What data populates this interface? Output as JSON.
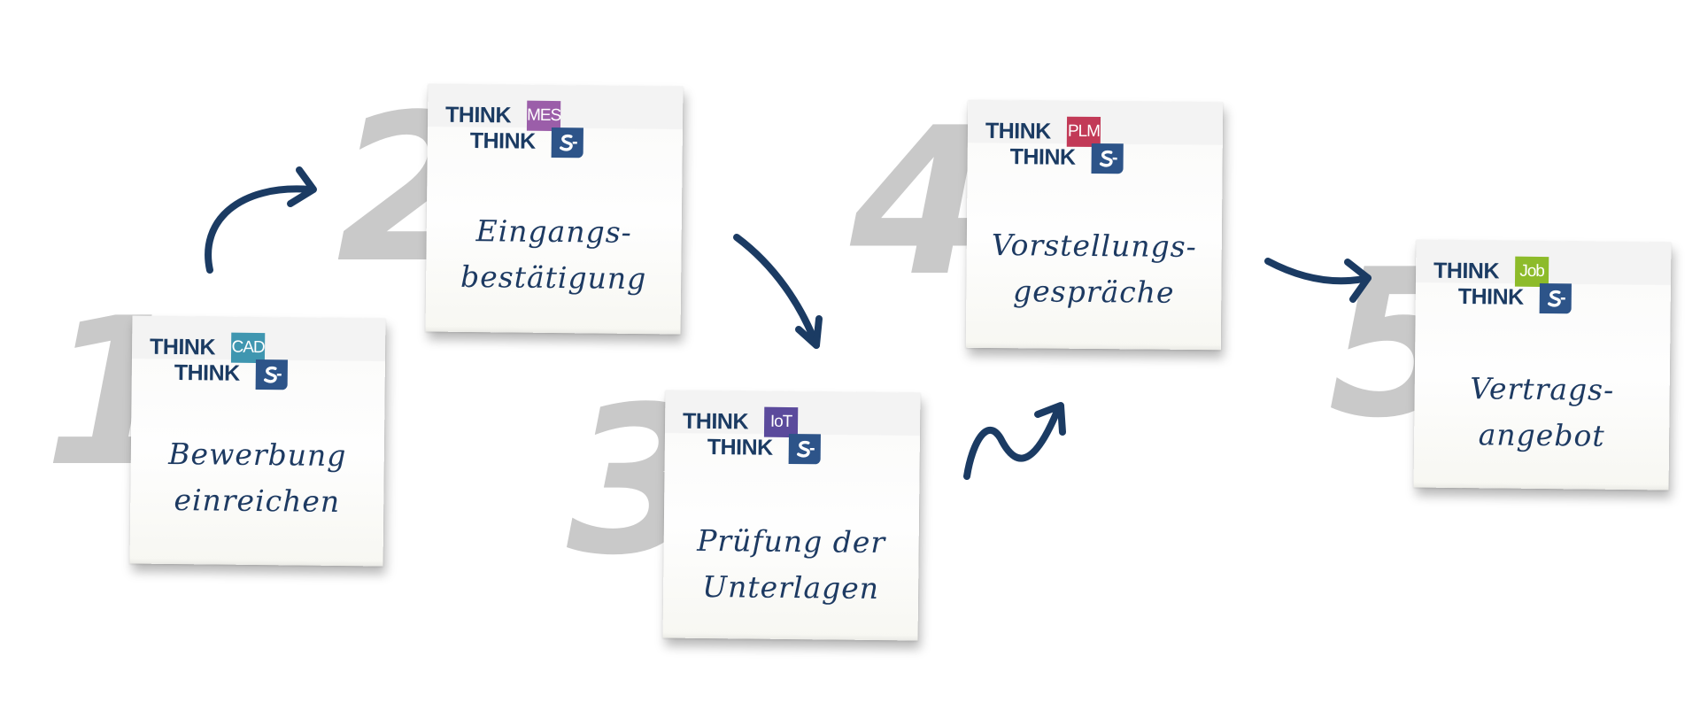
{
  "logo": {
    "think": "THINK",
    "s_icon": "s-icon"
  },
  "steps": [
    {
      "number": "1",
      "badge": "CAD",
      "badge_color": "#3f96b0",
      "caption_line1": "Bewerbung",
      "caption_line2": "einreichen"
    },
    {
      "number": "2",
      "badge": "MES",
      "badge_color": "#9b5ea9",
      "caption_line1": "Eingangs-",
      "caption_line2": "bestätigung"
    },
    {
      "number": "3",
      "badge": "IoT",
      "badge_color": "#5b4a9c",
      "caption_line1": "Prüfung der",
      "caption_line2": "Unterlagen"
    },
    {
      "number": "4",
      "badge": "PLM",
      "badge_color": "#c23a57",
      "caption_line1": "Vorstellungs-",
      "caption_line2": "gespräche"
    },
    {
      "number": "5",
      "badge": "Job",
      "badge_color": "#8dbb2a",
      "caption_line1": "Vertrags-",
      "caption_line2": "angebot"
    }
  ],
  "colors": {
    "arrow": "#1b3b63",
    "number": "#c9c9c9",
    "brand": "#1b3b63"
  }
}
